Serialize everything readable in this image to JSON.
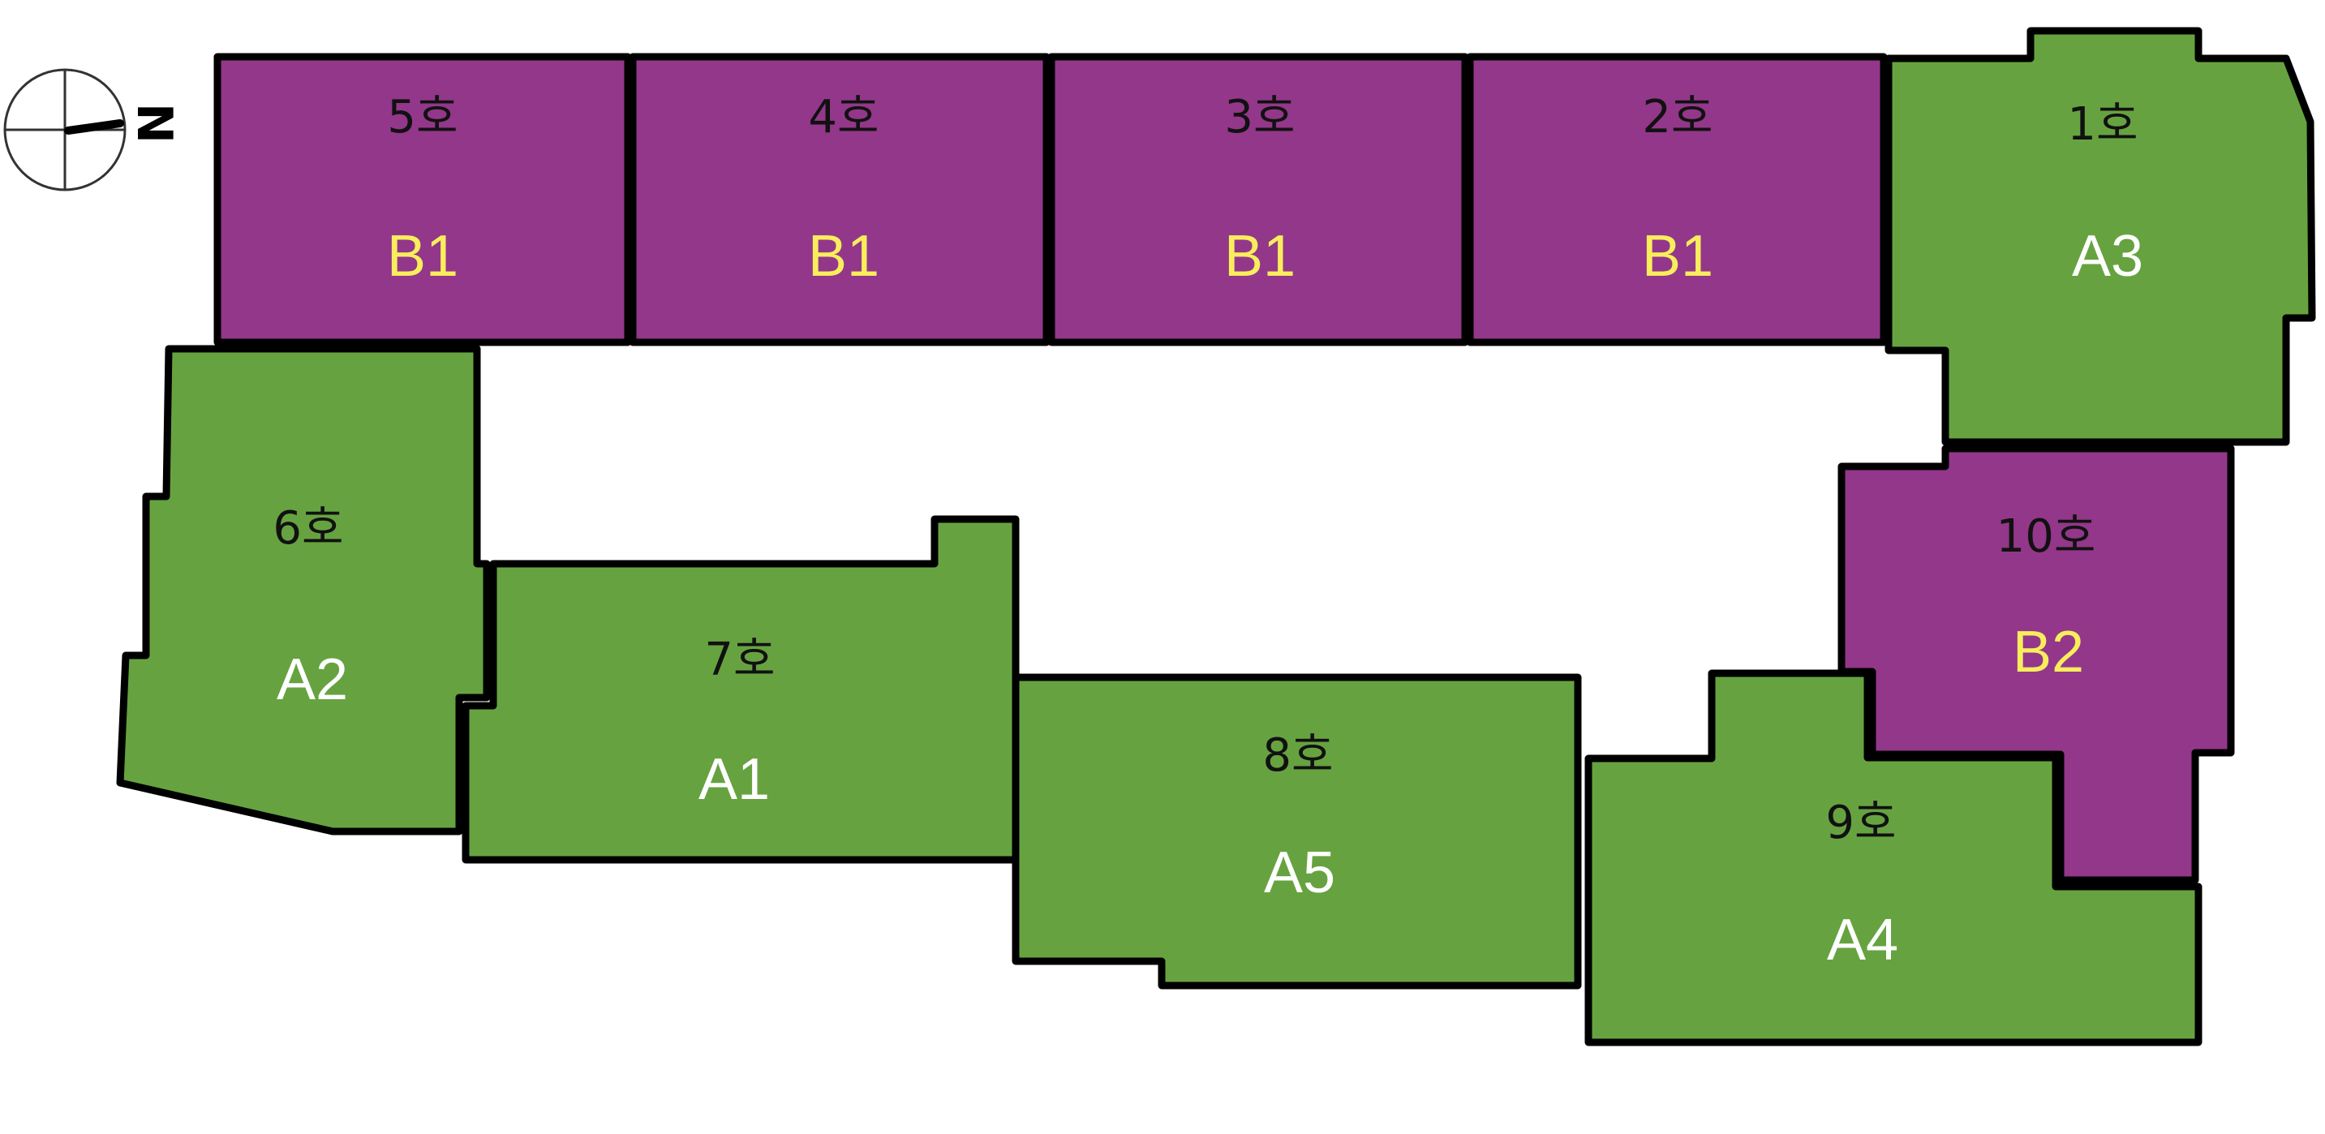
{
  "colors": {
    "type_a": "#66A340",
    "type_b": "#93378A",
    "type_a_label": "#FFFFFF",
    "type_b_label": "#F8EE5C"
  },
  "compass": {
    "north_label": "N"
  },
  "units": [
    {
      "id": "u5",
      "number": "5호",
      "type": "B1",
      "group": "B"
    },
    {
      "id": "u4",
      "number": "4호",
      "type": "B1",
      "group": "B"
    },
    {
      "id": "u3",
      "number": "3호",
      "type": "B1",
      "group": "B"
    },
    {
      "id": "u2",
      "number": "2호",
      "type": "B1",
      "group": "B"
    },
    {
      "id": "u1",
      "number": "1호",
      "type": "A3",
      "group": "A"
    },
    {
      "id": "u6",
      "number": "6호",
      "type": "A2",
      "group": "A"
    },
    {
      "id": "u7",
      "number": "7호",
      "type": "A1",
      "group": "A"
    },
    {
      "id": "u8",
      "number": "8호",
      "type": "A5",
      "group": "A"
    },
    {
      "id": "u9",
      "number": "9호",
      "type": "A4",
      "group": "A"
    },
    {
      "id": "u10",
      "number": "10호",
      "type": "B2",
      "group": "B"
    }
  ]
}
